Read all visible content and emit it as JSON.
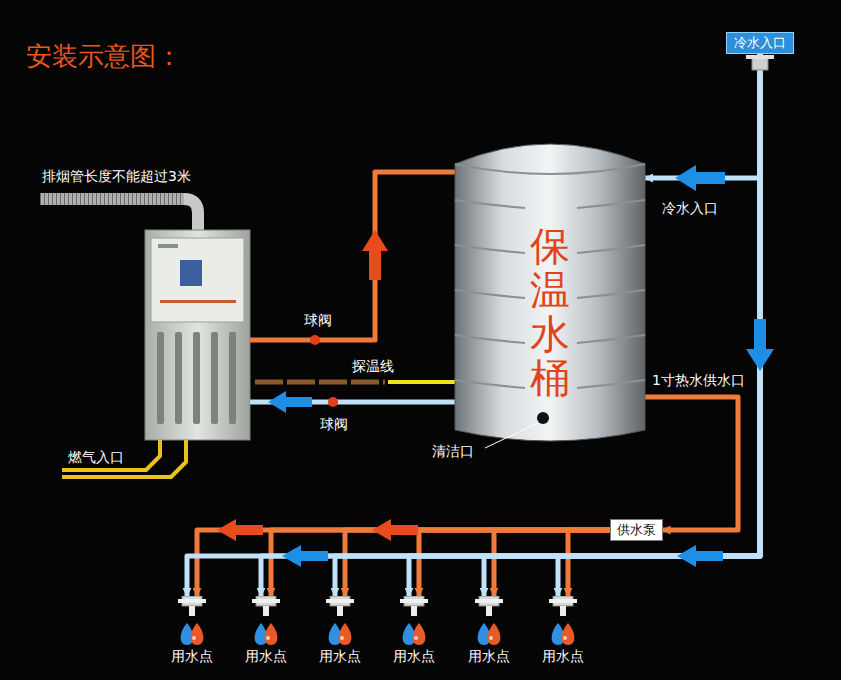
{
  "diagram": {
    "title": "安装示意图：",
    "nodes": [
      {
        "text": [
          "冷水入口"
        ]
      },
      {
        "text": [
          "保温水桶"
        ]
      },
      {
        "text": [
          "供水泵"
        ]
      },
      {
        "text": [
          "用水点"
        ]
      },
      {
        "text": [
          "用水点"
        ]
      },
      {
        "text": [
          "用水点"
        ]
      },
      {
        "text": [
          "用水点"
        ]
      },
      {
        "text": [
          "用水点"
        ]
      },
      {
        "text": [
          "用水点"
        ]
      }
    ],
    "edges": [
      {
        "from": 0,
        "to": 1,
        "arrow": "to",
        "label": "冷水入口"
      },
      {
        "from": 1,
        "to": 2,
        "arrow": "to",
        "label": "1寸热水供水口"
      },
      {
        "from": 2,
        "to": 3,
        "arrow": "to"
      },
      {
        "from": 2,
        "to": 4,
        "arrow": "to"
      },
      {
        "from": 2,
        "to": 5,
        "arrow": "to"
      },
      {
        "from": 2,
        "to": 6,
        "arrow": "to"
      },
      {
        "from": 2,
        "to": 7,
        "arrow": "to"
      },
      {
        "from": 2,
        "to": 8,
        "arrow": "to"
      },
      {
        "from": 0,
        "to": 3,
        "arrow": "to"
      },
      {
        "from": 0,
        "to": 4,
        "arrow": "to"
      },
      {
        "from": 0,
        "to": 5,
        "arrow": "to"
      },
      {
        "from": 0,
        "to": 6,
        "arrow": "to"
      },
      {
        "from": 0,
        "to": 7,
        "arrow": "to"
      },
      {
        "from": 0,
        "to": 8,
        "arrow": "to"
      }
    ],
    "labels": [
      "排烟管长度不能超过3米",
      "球阀",
      "探温线",
      "球阀",
      "清洁口",
      "燃气入口"
    ]
  }
}
